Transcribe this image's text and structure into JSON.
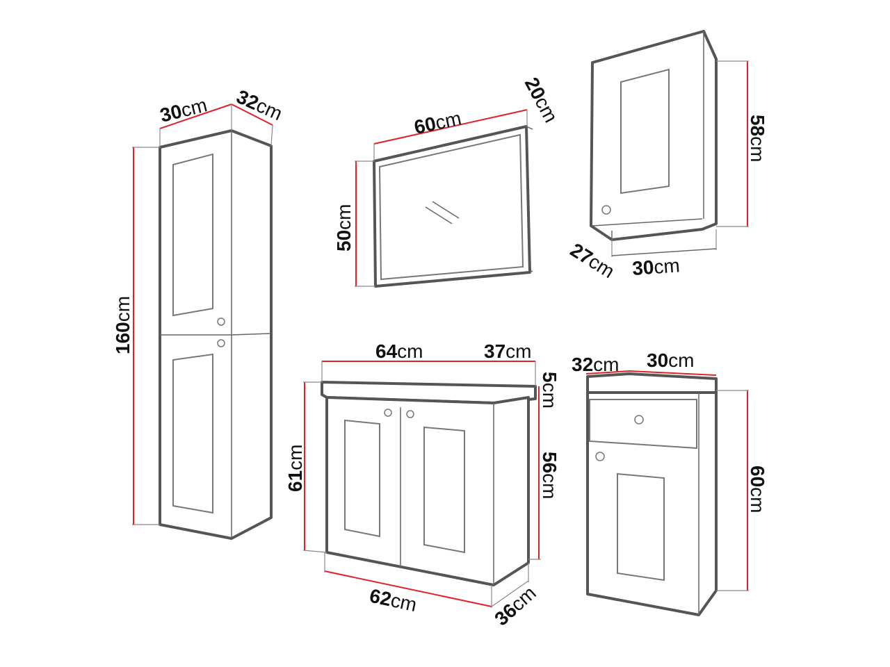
{
  "colors": {
    "dimension_line": "#e2202a",
    "outline": "#555555"
  },
  "units": "cm",
  "items": {
    "tall_cabinet": {
      "width": {
        "value": "30",
        "unit": "cm"
      },
      "depth": {
        "value": "32",
        "unit": "cm"
      },
      "height": {
        "value": "160",
        "unit": "cm"
      }
    },
    "mirror": {
      "width": {
        "value": "60",
        "unit": "cm"
      },
      "depth": {
        "value": "20",
        "unit": "cm"
      },
      "height": {
        "value": "50",
        "unit": "cm"
      }
    },
    "wall_cabinet": {
      "height": {
        "value": "58",
        "unit": "cm"
      },
      "depth": {
        "value": "27",
        "unit": "cm"
      },
      "width": {
        "value": "30",
        "unit": "cm"
      }
    },
    "vanity": {
      "top_width": {
        "value": "64",
        "unit": "cm"
      },
      "top_depth": {
        "value": "37",
        "unit": "cm"
      },
      "top_thickness": {
        "value": "5",
        "unit": "cm"
      },
      "body_height": {
        "value": "56",
        "unit": "cm"
      },
      "total_height": {
        "value": "61",
        "unit": "cm"
      },
      "body_width": {
        "value": "62",
        "unit": "cm"
      },
      "body_depth": {
        "value": "36",
        "unit": "cm"
      }
    },
    "low_cabinet": {
      "depth": {
        "value": "32",
        "unit": "cm"
      },
      "width": {
        "value": "30",
        "unit": "cm"
      },
      "height": {
        "value": "60",
        "unit": "cm"
      }
    }
  }
}
